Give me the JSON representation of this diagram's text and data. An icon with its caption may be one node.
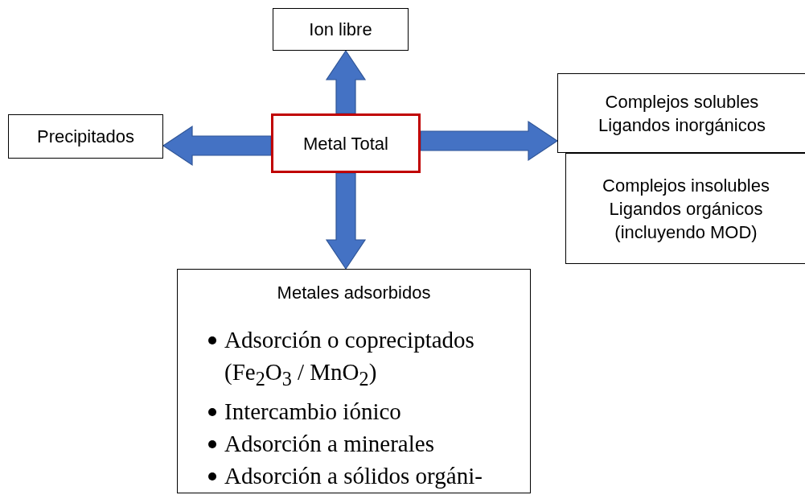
{
  "diagram": {
    "nodes": [
      {
        "text": [
          "Ion libre"
        ]
      },
      {
        "text": [
          "Precipitados"
        ]
      },
      {
        "text": [
          "Metal Total"
        ]
      },
      {
        "text": [
          "Complejos solubles",
          "Ligandos inorgánicos"
        ]
      },
      {
        "text": [
          "Complejos insolubles",
          "Ligandos orgánicos (incluyendo MOD)"
        ]
      },
      {
        "text": [
          "Metales adsorbidos",
          "Adsorción o copreciptados (Fe$_{2}$O$_{3}$ / MnO$_{2}$)",
          "Intercambio iónico",
          "Adsorción a minerales",
          "Adsorción a sólidos orgáni-"
        ]
      }
    ],
    "edges": [
      {
        "from": 2,
        "to": 0,
        "arrow": "to"
      },
      {
        "from": 2,
        "to": 1,
        "arrow": "to"
      },
      {
        "from": 2,
        "to": 3,
        "arrow": "to"
      },
      {
        "from": 2,
        "to": 5,
        "arrow": "to"
      }
    ]
  }
}
